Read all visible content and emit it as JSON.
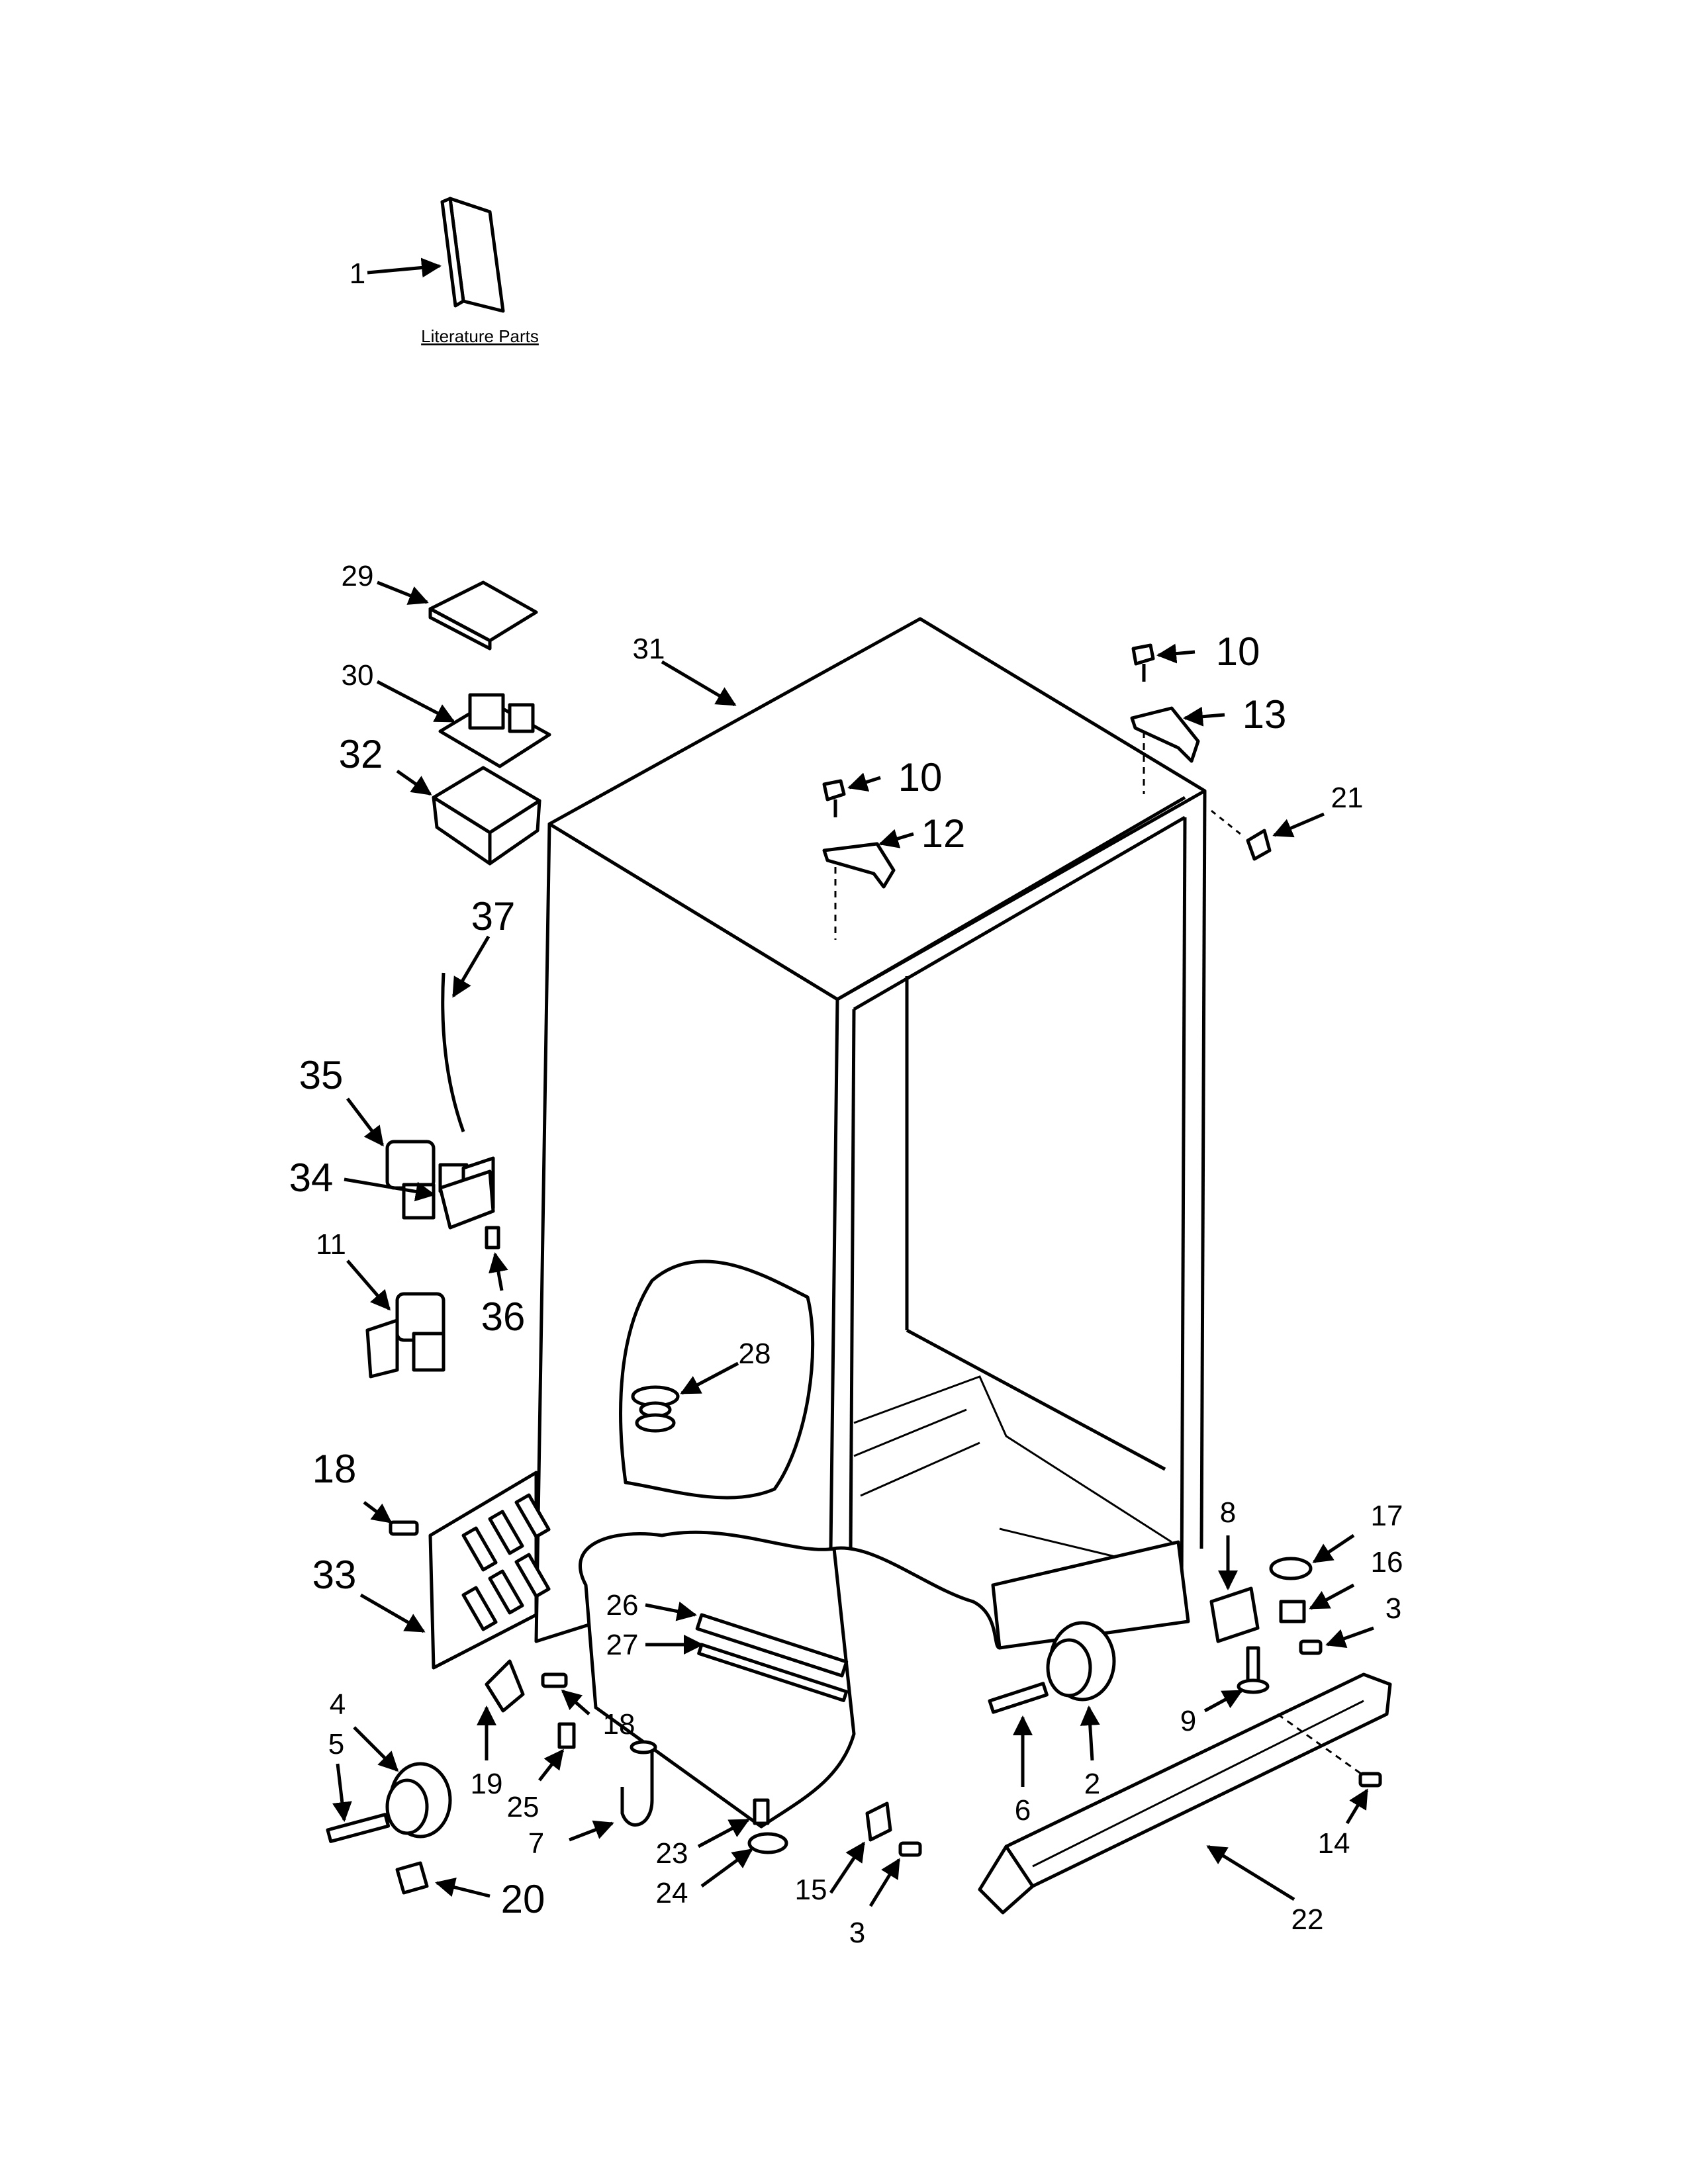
{
  "literature_caption": "Literature Parts",
  "callouts": {
    "c1": "1",
    "c2": "2",
    "c3a": "3",
    "c3b": "3",
    "c4": "4",
    "c5": "5",
    "c6": "6",
    "c7": "7",
    "c8": "8",
    "c9": "9",
    "c10a": "10",
    "c10b": "10",
    "c11": "11",
    "c12": "12",
    "c13": "13",
    "c14": "14",
    "c15": "15",
    "c16": "16",
    "c17": "17",
    "c18a": "18",
    "c18b": "18",
    "c19": "19",
    "c20": "20",
    "c21": "21",
    "c22": "22",
    "c23": "23",
    "c24": "24",
    "c25": "25",
    "c26": "26",
    "c27": "27",
    "c28": "28",
    "c29": "29",
    "c30": "30",
    "c31": "31",
    "c32": "32",
    "c33": "33",
    "c34": "34",
    "c35": "35",
    "c36": "36",
    "c37": "37"
  }
}
